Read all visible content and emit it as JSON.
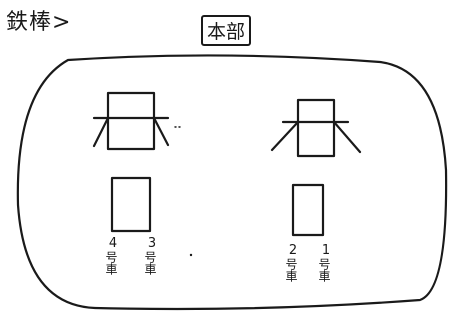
{
  "title": "鉄棒>",
  "headquarters": "本部",
  "bars": [
    {
      "number": "4",
      "label": "号車"
    },
    {
      "number": "3",
      "label": "号車"
    },
    {
      "number": "2",
      "label": "号車"
    },
    {
      "number": "1",
      "label": "号車"
    }
  ]
}
